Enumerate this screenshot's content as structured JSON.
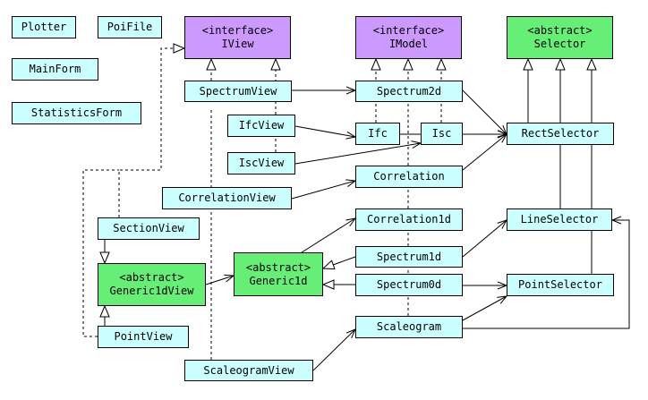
{
  "colors": {
    "class_fill": "#ccffff",
    "interface_fill": "#cc99ff",
    "abstract_fill": "#66ee77",
    "line": "#000000"
  },
  "stereotypes": {
    "interface": "<interface>",
    "abstract": "<abstract>"
  },
  "nodes": {
    "plotter": "Plotter",
    "poifile": "PoiFile",
    "mainform": "MainForm",
    "statisticsform": "StatisticsForm",
    "iview": "IView",
    "imodel": "IModel",
    "selector": "Selector",
    "spectrumview": "SpectrumView",
    "spectrum2d": "Spectrum2d",
    "ifcview": "IfcView",
    "ifc": "Ifc",
    "isc": "Isc",
    "rectselector": "RectSelector",
    "iscview": "IscView",
    "correlation": "Correlation",
    "correlationview": "CorrelationView",
    "correlation1d": "Correlation1d",
    "lineselector": "LineSelector",
    "sectionview": "SectionView",
    "spectrum1d": "Spectrum1d",
    "generic1d": "Generic1d",
    "generic1dview": "Generic1dView",
    "spectrum0d": "Spectrum0d",
    "pointselector": "PointSelector",
    "pointview": "PointView",
    "scaleogram": "Scaleogram",
    "scaleogramview": "ScaleogramView"
  }
}
